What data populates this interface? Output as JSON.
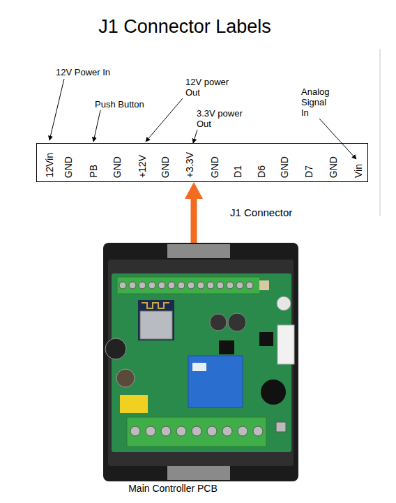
{
  "diagram": {
    "title": "J1 Connector Labels",
    "nodes": [
      {
        "text": [
          "12Vin",
          "GND",
          "PB",
          "GND",
          "+12V",
          "GND",
          "+3.3V",
          "GND",
          "D1",
          "D6",
          "GND",
          "D7",
          "GND",
          "Vin"
        ]
      },
      {
        "text": [
          "Main Controller PCB"
        ]
      }
    ],
    "edges": [
      {
        "from": 1,
        "to": 0,
        "arrow": "to",
        "label": "J1 Connector"
      }
    ],
    "labels": [
      "12V Power In",
      "Push Button",
      "12V power Out",
      "3.3V power Out",
      "Analog Signal In"
    ]
  }
}
